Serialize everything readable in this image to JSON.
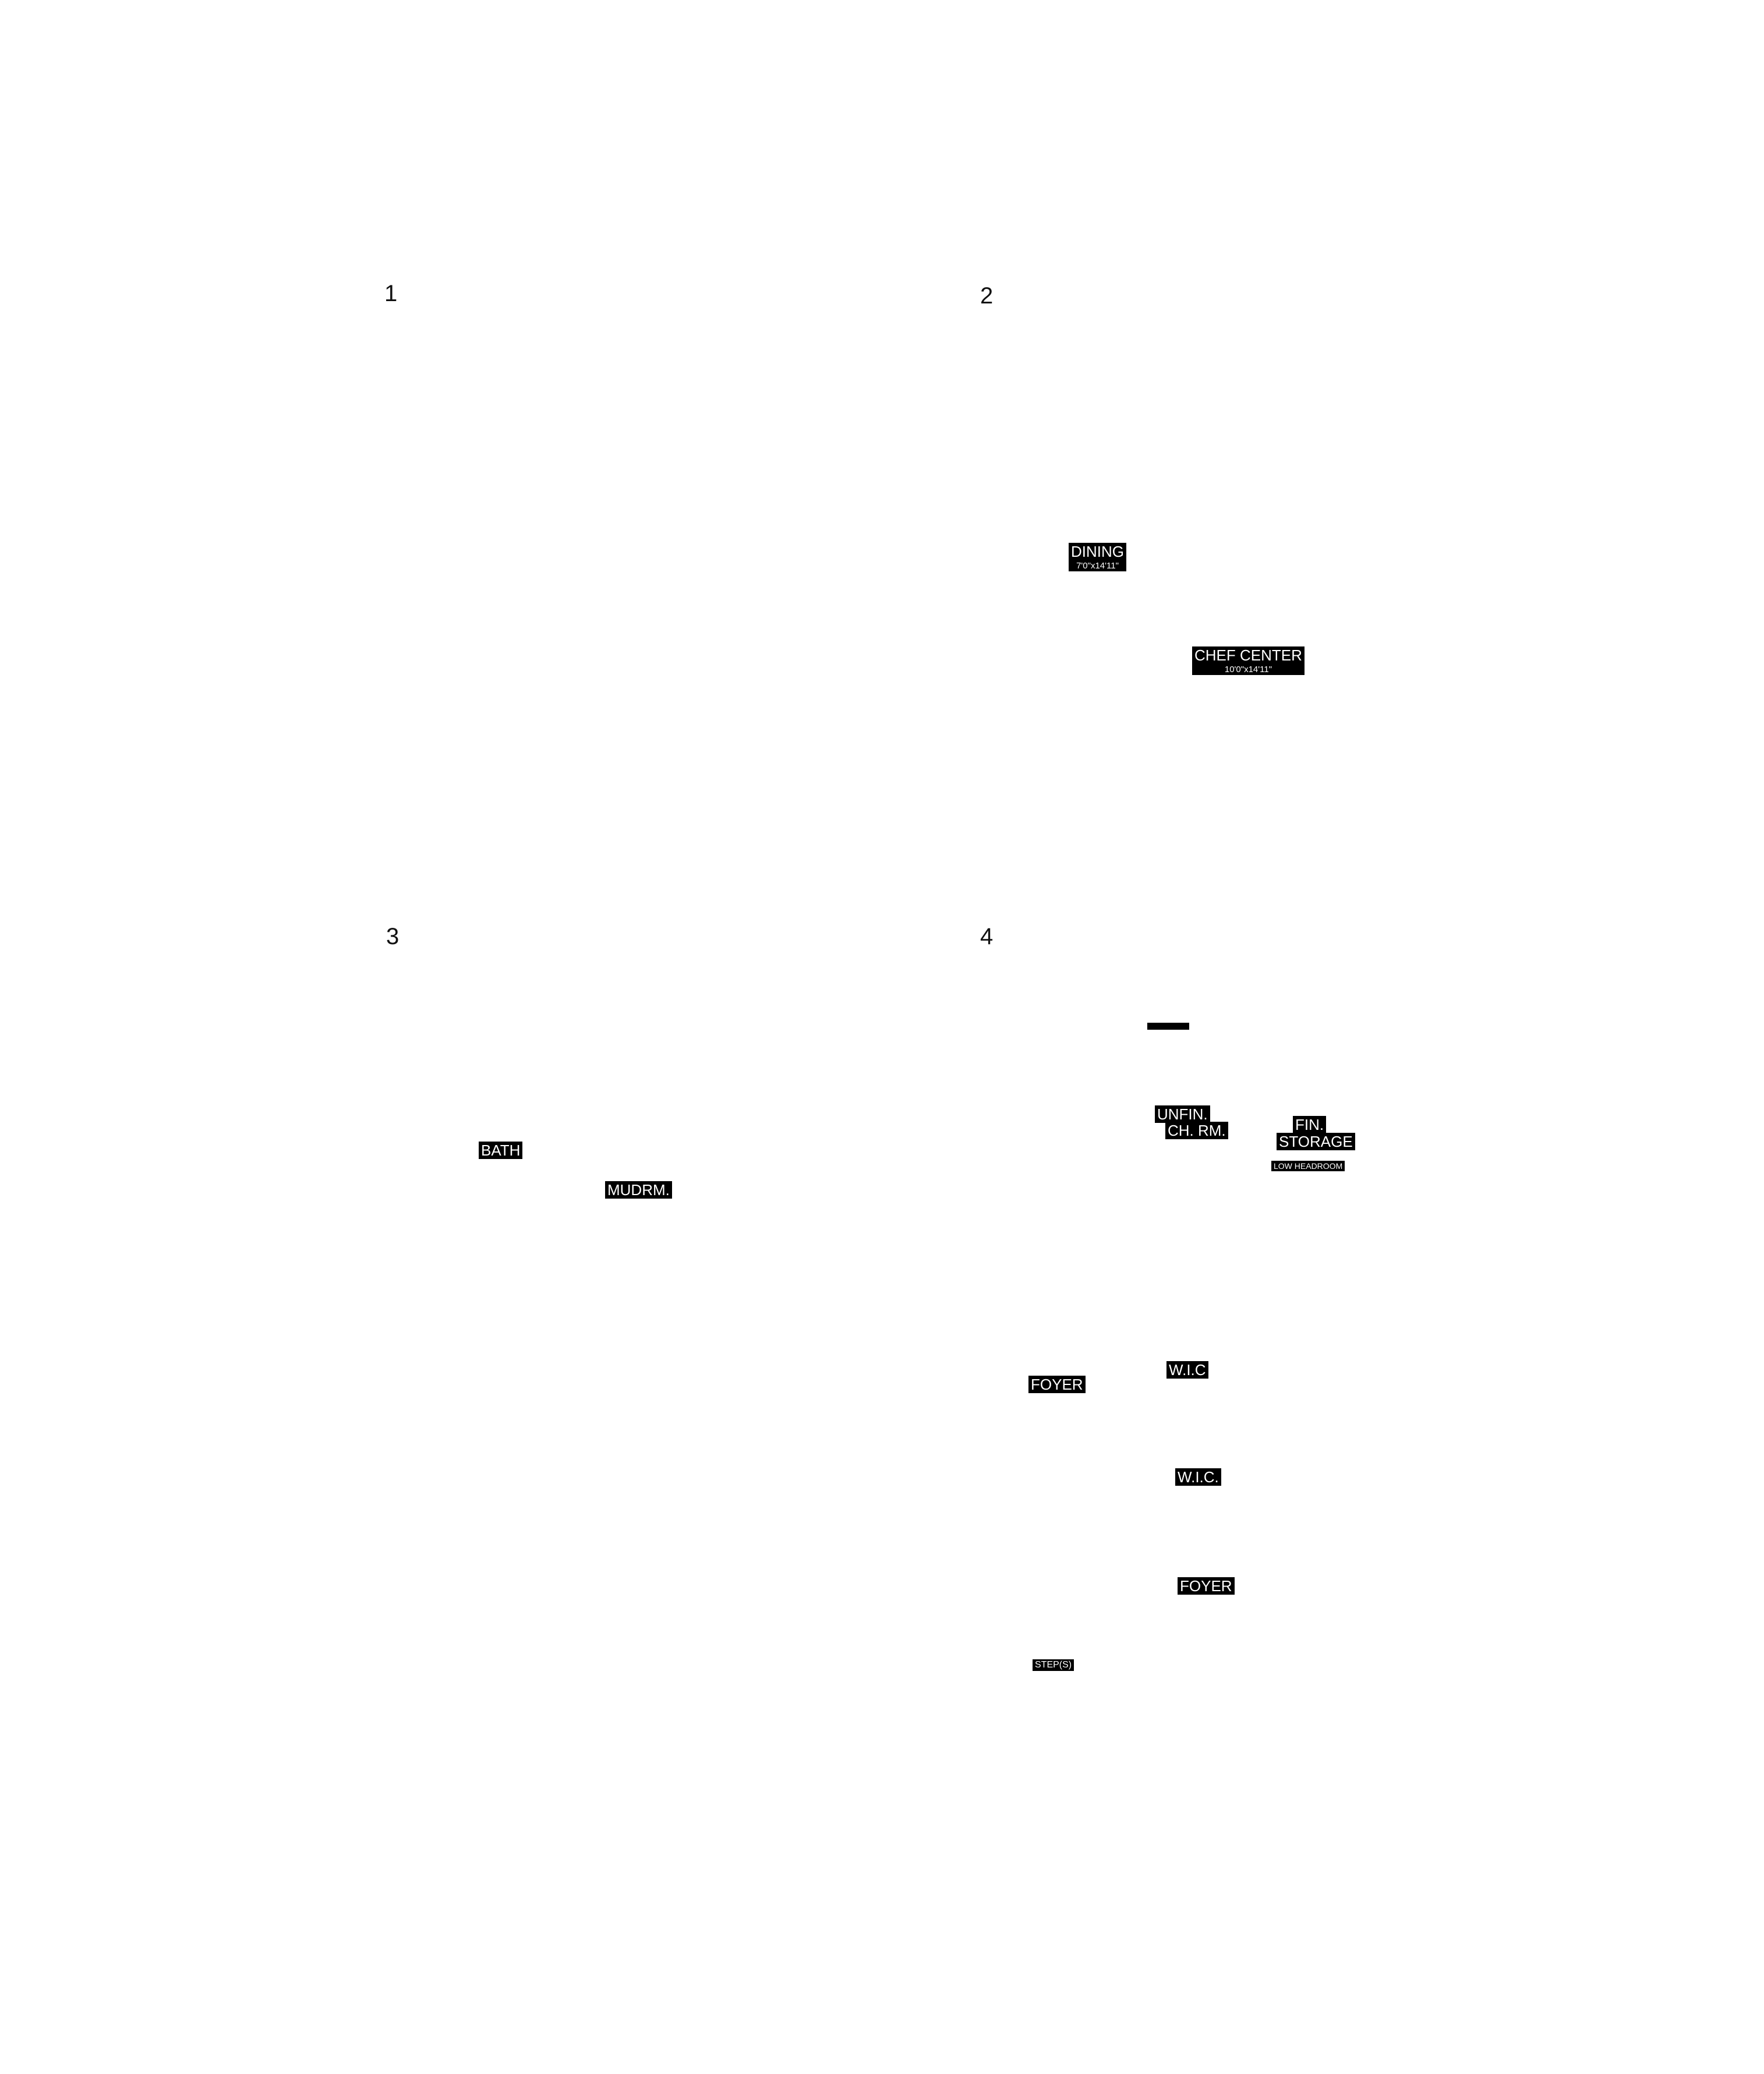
{
  "panels": [
    {
      "number": "1"
    },
    {
      "number": "2"
    },
    {
      "number": "3"
    },
    {
      "number": "4"
    }
  ],
  "rooms": {
    "dining": {
      "name": "DINING",
      "dim": "7'0\"x14'11\""
    },
    "chef_center": {
      "name": "CHEF CENTER",
      "dim": "10'0\"x14'11\""
    },
    "bath": {
      "name": "BATH"
    },
    "mudroom": {
      "name": "MUDRM."
    },
    "unfin": {
      "line1": "UNFIN.",
      "line2": "CH. RM."
    },
    "fin_storage": {
      "line1": "FIN.",
      "line2": "STORAGE",
      "note": "LOW HEADROOM"
    },
    "wic_1": {
      "name": "W.I.C"
    },
    "foyer_1": {
      "name": "FOYER"
    },
    "wic_2": {
      "name": "W.I.C."
    },
    "foyer_2": {
      "name": "FOYER"
    },
    "steps": {
      "name": "STEP(S)"
    }
  },
  "colors": {
    "label_bg": "#000000",
    "label_text": "#ffffff",
    "page_bg": "#ffffff"
  }
}
